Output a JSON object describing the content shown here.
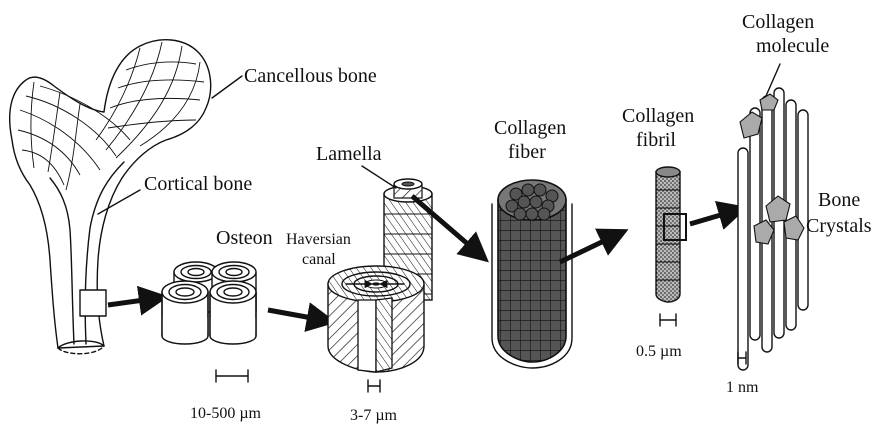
{
  "labels": {
    "cancellous_bone": "Cancellous bone",
    "cortical_bone": "Cortical bone",
    "osteon": "Osteon",
    "haversian_canal_line1": "Haversian",
    "haversian_canal_line2": "canal",
    "lamella": "Lamella",
    "collagen_fiber_line1": "Collagen",
    "collagen_fiber_line2": "fiber",
    "collagen_fibril_line1": "Collagen",
    "collagen_fibril_line2": "fibril",
    "collagen_molecule_line1": "Collagen",
    "collagen_molecule_line2": "molecule",
    "bone_crystals_line1": "Bone",
    "bone_crystals_line2": "Crystals"
  },
  "scales": {
    "osteon": "10-500 µm",
    "lamella": "3-7 µm",
    "fibril": "0.5 µm",
    "molecule": "1 nm"
  }
}
